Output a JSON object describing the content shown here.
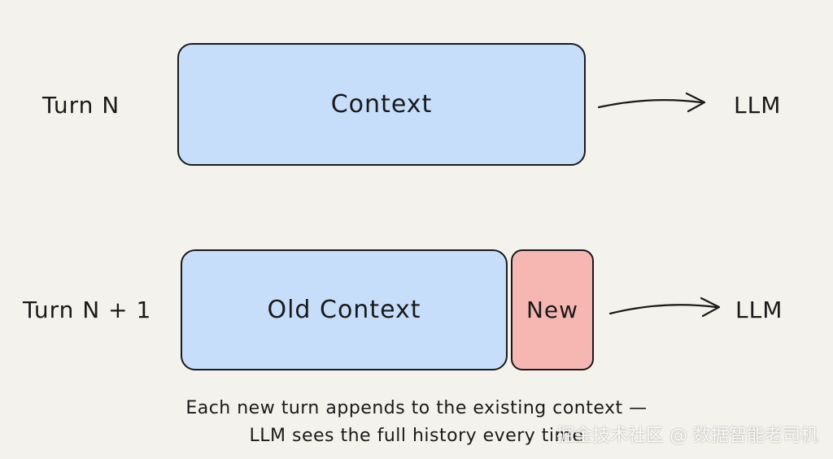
{
  "rows": [
    {
      "turn_label": "Turn N",
      "boxes": [
        "Context"
      ],
      "target": "LLM"
    },
    {
      "turn_label": "Turn N + 1",
      "boxes": [
        "Old Context",
        "New"
      ],
      "target": "LLM"
    }
  ],
  "caption": {
    "line1": "Each new turn appends to the existing context —",
    "line2": "LLM sees the full history every time"
  },
  "watermark": "掘金技术社区 @ 数据智能老司机",
  "colors": {
    "background": "#f4f2ec",
    "context_fill": "#c6defa",
    "new_fill": "#f6b7b3",
    "stroke": "#1a1a1a"
  }
}
